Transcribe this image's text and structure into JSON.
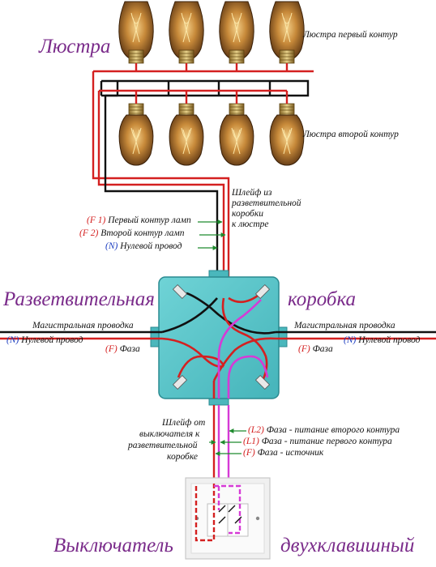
{
  "titles": {
    "chandelier": "Люстра",
    "junction_box_left": "Разветвительная",
    "junction_box_right": "коробка",
    "switch_left": "Выключатель",
    "switch_right": "двухклавишный"
  },
  "labels": {
    "chandelier_circuit1": "Люстра первый контур",
    "chandelier_circuit2": "Люстра второй контур",
    "loop_to_chandelier": [
      "Шлейф из",
      "разветвительной",
      "коробки",
      "к люстре"
    ],
    "loop_from_switch": [
      "Шлейф от",
      "выключателя к",
      "разветвительной",
      "коробке"
    ],
    "mains_left": "Магистральная проводка",
    "mains_right": "Магистральная проводка"
  },
  "legend_top": [
    {
      "code": "(F 1)",
      "text": "Первый контур ламп",
      "color": "#d42020"
    },
    {
      "code": "(F 2)",
      "text": "Второй контур ламп",
      "color": "#d42020"
    },
    {
      "code": "(N)",
      "text": "Нулевой провод",
      "color": "#1a3cc0"
    }
  ],
  "legend_left": [
    {
      "code": "(N)",
      "text": "Нулевой провод",
      "color": "#1a3cc0"
    },
    {
      "code": "(F)",
      "text": "Фаза",
      "color": "#d42020"
    }
  ],
  "legend_right": [
    {
      "code": "(F)",
      "text": "Фаза",
      "color": "#d42020"
    },
    {
      "code": "(N)",
      "text": "Нулевой провод",
      "color": "#1a3cc0"
    }
  ],
  "legend_bottom": [
    {
      "code": "(L2)",
      "text": "Фаза - питание второго контура",
      "color": "#d42020"
    },
    {
      "code": "(L1)",
      "text": "Фаза - питание первого контура",
      "color": "#d42020"
    },
    {
      "code": "(F)",
      "text": "Фаза - источник",
      "color": "#d42020"
    }
  ],
  "colors": {
    "title": "#7a2b8a",
    "phase_wire": "#d42020",
    "neutral_wire": "#111111",
    "switched_wire": "#d63ad6",
    "box_fill": "#5ec8cc",
    "arrow": "#1e8a2e",
    "code_blue": "#1a3cc0",
    "code_red": "#d42020"
  },
  "icons": [
    "light-bulb-icon",
    "junction-box-icon",
    "double-switch-icon"
  ]
}
